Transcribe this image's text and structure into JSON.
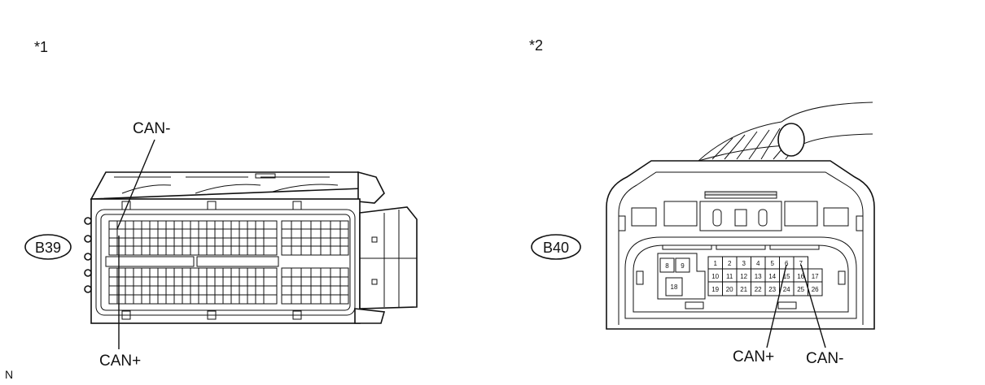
{
  "markers": {
    "left": "*1",
    "right": "*2"
  },
  "left_connector": {
    "id": "B39",
    "label_top": "CAN-",
    "label_bottom": "CAN+"
  },
  "right_connector": {
    "id": "B40",
    "label_left": "CAN+",
    "label_right": "CAN-",
    "pins_side": [
      "8",
      "9",
      "18"
    ],
    "pins_row1": [
      "1",
      "2",
      "3",
      "4",
      "5",
      "6",
      "7"
    ],
    "pins_row2": [
      "10",
      "11",
      "12",
      "13",
      "14",
      "15",
      "16",
      "17"
    ],
    "pins_row3": [
      "19",
      "20",
      "21",
      "22",
      "23",
      "24",
      "25",
      "26"
    ]
  },
  "corner_code": "N"
}
